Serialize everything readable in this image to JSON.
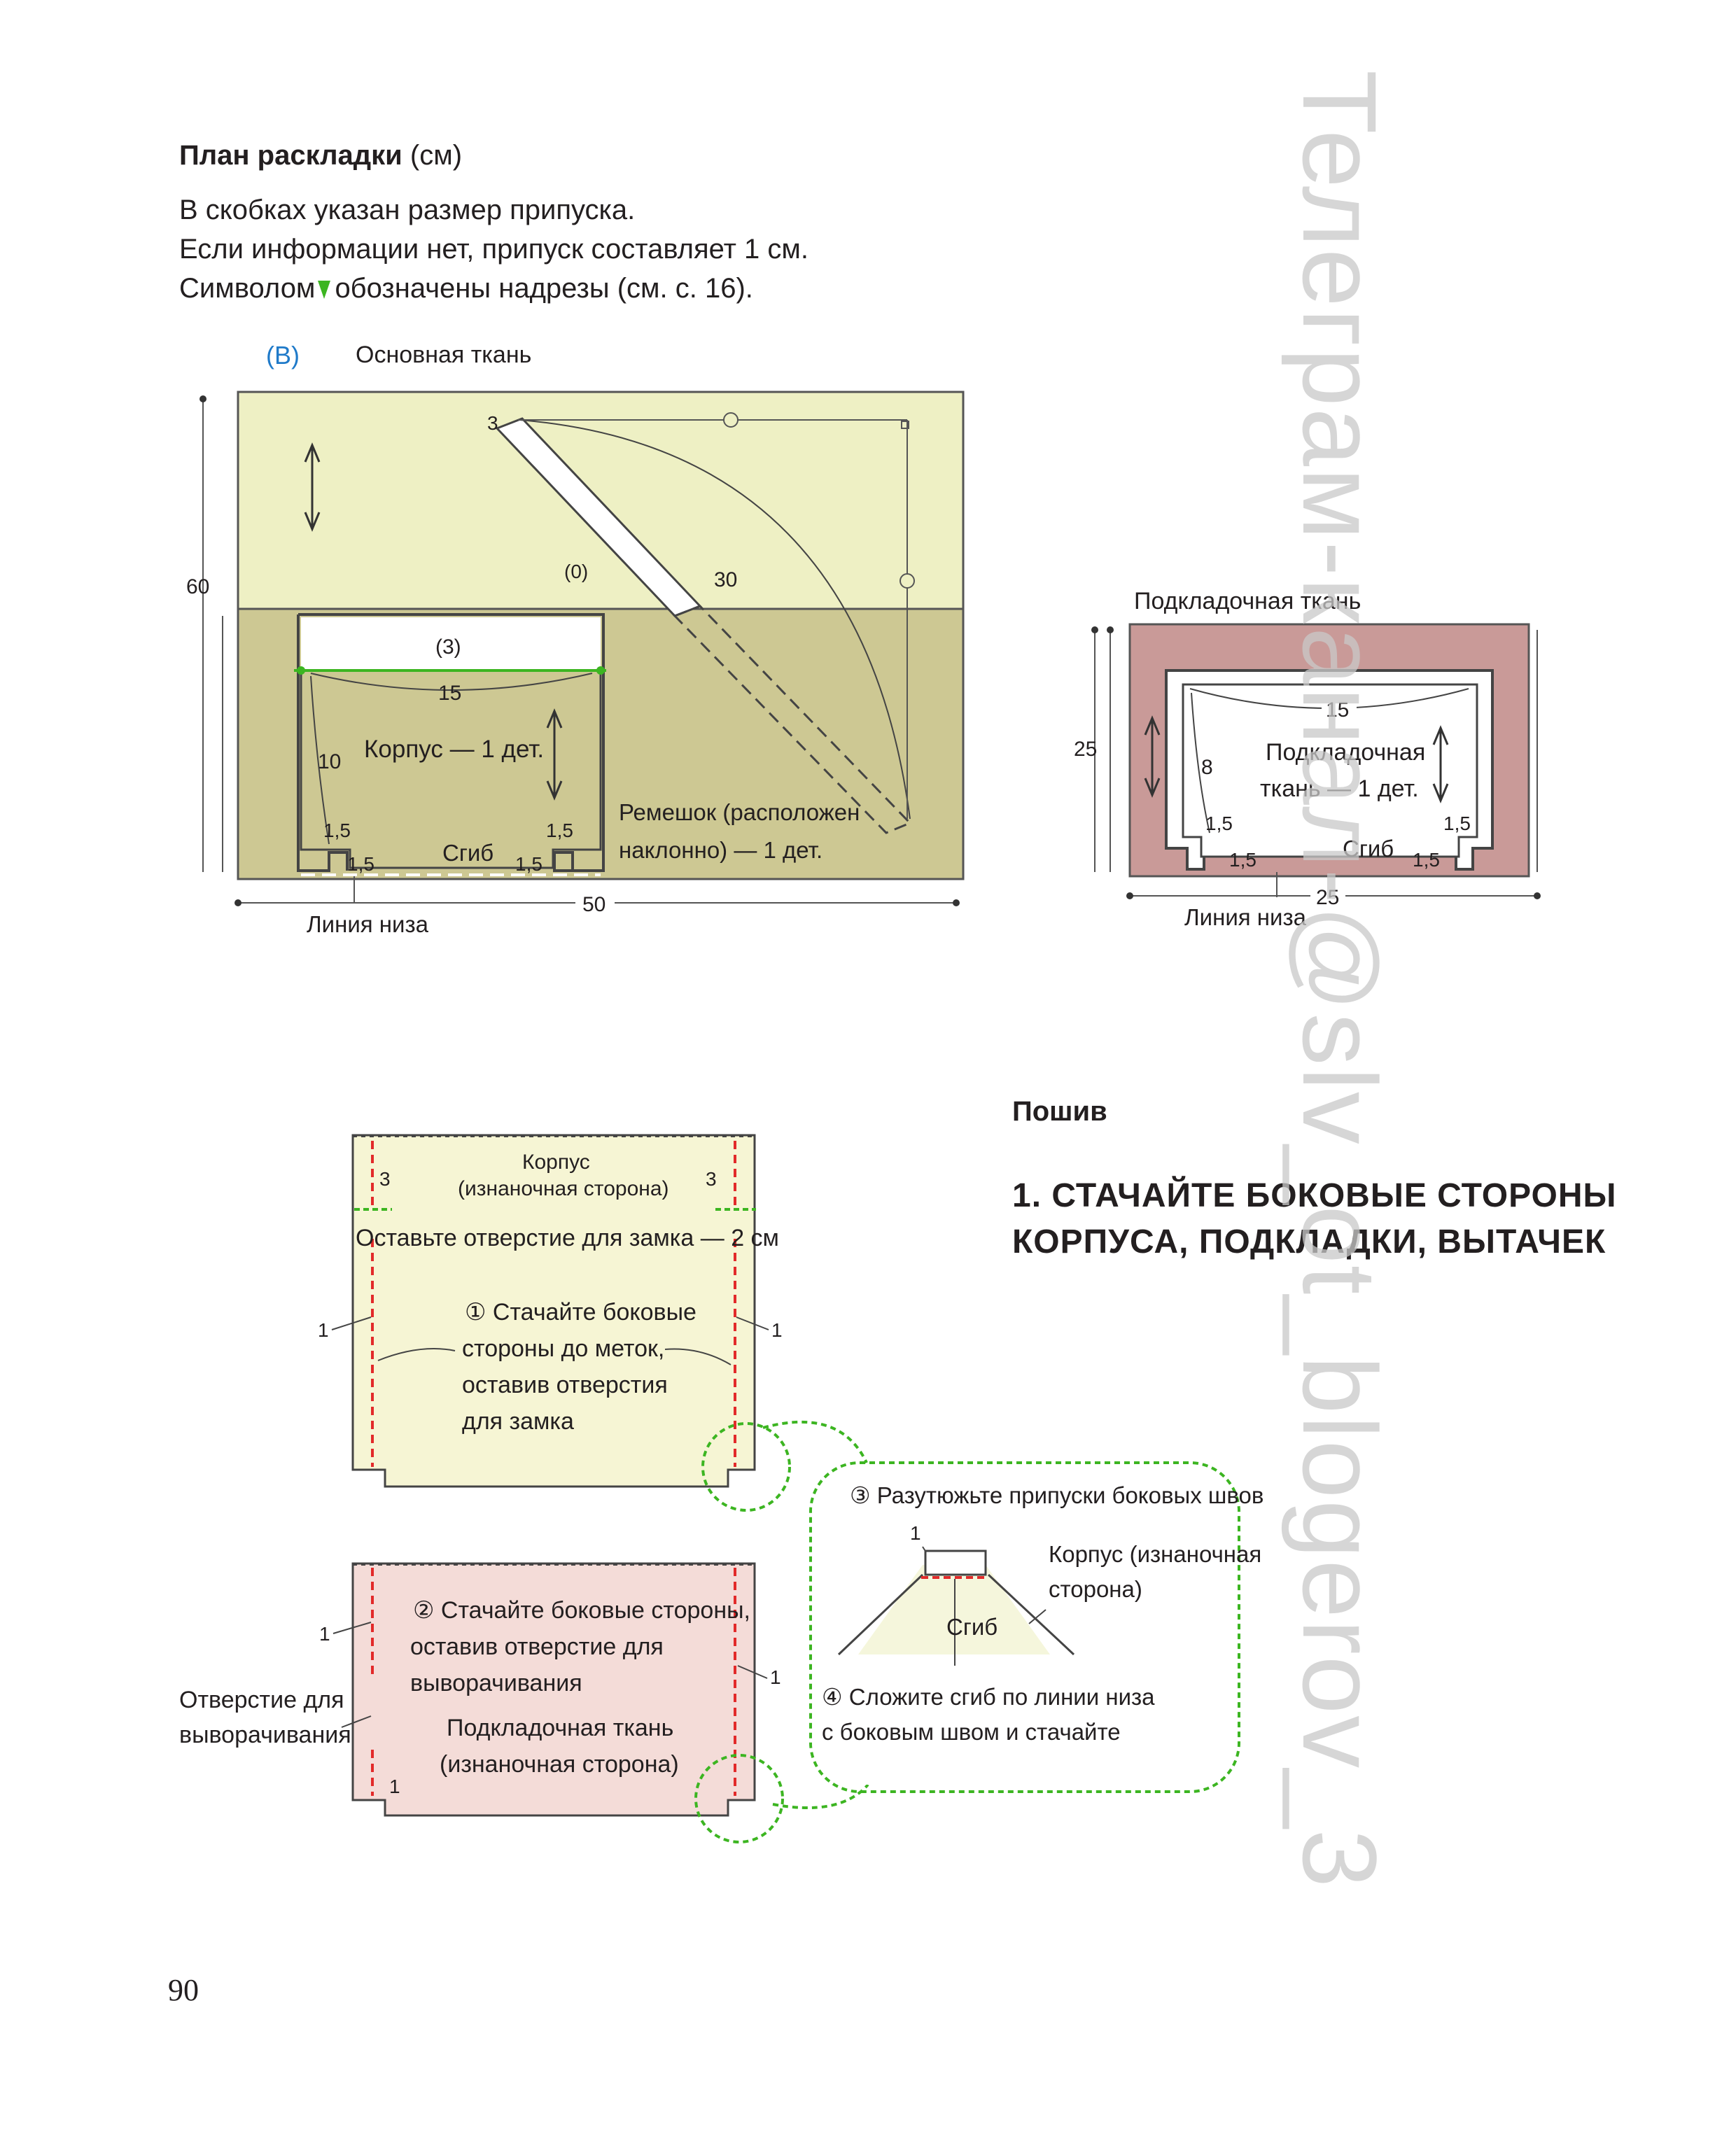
{
  "header": {
    "plan_title": "План раскладки",
    "plan_unit": "(см)",
    "intro_line1": "В скобках указан размер припуска.",
    "intro_line2": "Если информации нет, припуск составляет 1 см.",
    "intro_line3_prefix": "Символом",
    "intro_line3_suffix": "обозначены надрезы (см. с. 16)."
  },
  "main_layout": {
    "variant_label": "(B)",
    "fabric_label": "Основная ткань",
    "height": "60",
    "width": "50",
    "bottom_line": "Линия низа",
    "body_allowance": "(3)",
    "body_width": "15",
    "body_height": "10",
    "body_label": "Корпус — 1 дет.",
    "corner_a": "1,5",
    "corner_b": "1,5",
    "corner_c": "1,5",
    "corner_d": "1,5",
    "fold": "Сгиб",
    "strap_top": "3",
    "strap_allowance": "(0)",
    "strap_length": "30",
    "strap_label_1": "Ремешок (расположен",
    "strap_label_2": "наклонно) — 1 дет."
  },
  "lining_layout": {
    "fabric_label": "Подкладочная ткань",
    "height": "25",
    "width": "25",
    "bottom_line": "Линия низа",
    "piece_width": "15",
    "piece_height": "8",
    "label_1": "Подкладочная",
    "label_2": "ткань — 1 дет.",
    "corner_a": "1,5",
    "corner_b": "1,5",
    "corner_c": "1,5",
    "corner_d": "1,5",
    "fold": "Сгиб"
  },
  "sewing": {
    "section_title": "Пошив",
    "step_title_line1": "1. СТАЧАЙТЕ БОКОВЫЕ СТОРОНЫ",
    "step_title_line2": "КОРПУСА, ПОДКЛАДКИ, ВЫТАЧЕК",
    "body_piece_title": "Корпус",
    "body_piece_subtitle": "(изнаночная сторона)",
    "gap_left": "3",
    "gap_right": "3",
    "zip_opening": "Оставьте отверстие для замка — 2 см",
    "seam_left": "1",
    "seam_right": "1",
    "step1_line1": "① Стачайте боковые",
    "step1_line2": "стороны до меток,",
    "step1_line3": "оставив отверстия",
    "step1_line4": "для замка",
    "lining_seam_left": "1",
    "lining_seam_right": "1",
    "lining_seam_bottom": "1",
    "step2_line1": "② Стачайте боковые стороны,",
    "step2_line2": "оставив отверстие для",
    "step2_line3": "выворачивания",
    "lining_piece_title": "Подкладочная ткань",
    "lining_piece_subtitle": "(изнаночная сторона)",
    "turn_hole_line1": "Отверстие для",
    "turn_hole_line2": "выворачивания",
    "step3": "③ Разутюжьте припуски боковых швов",
    "detail_seam": "1",
    "detail_body_line1": "Корпус (изнаночная",
    "detail_body_line2": "сторона)",
    "detail_fold": "Сгиб",
    "step4_line1": "④ Сложите сгиб по линии низа",
    "step4_line2": "с боковым швом и стачайте"
  },
  "page_number": "90",
  "watermark": "Телеграм-канал-@slv_ot_blogerov_3",
  "colors": {
    "main_fabric_top": "#eef0c4",
    "main_fabric_bottom": "#cdc893",
    "lining_fabric": "#c99a98",
    "body_piece_fill": "#f6f5d4",
    "lining_piece_fill": "#f4dcd8",
    "cut_marker": "#3cb521",
    "seam_red": "#e22a2a",
    "label_blue": "#1f7ac9"
  }
}
